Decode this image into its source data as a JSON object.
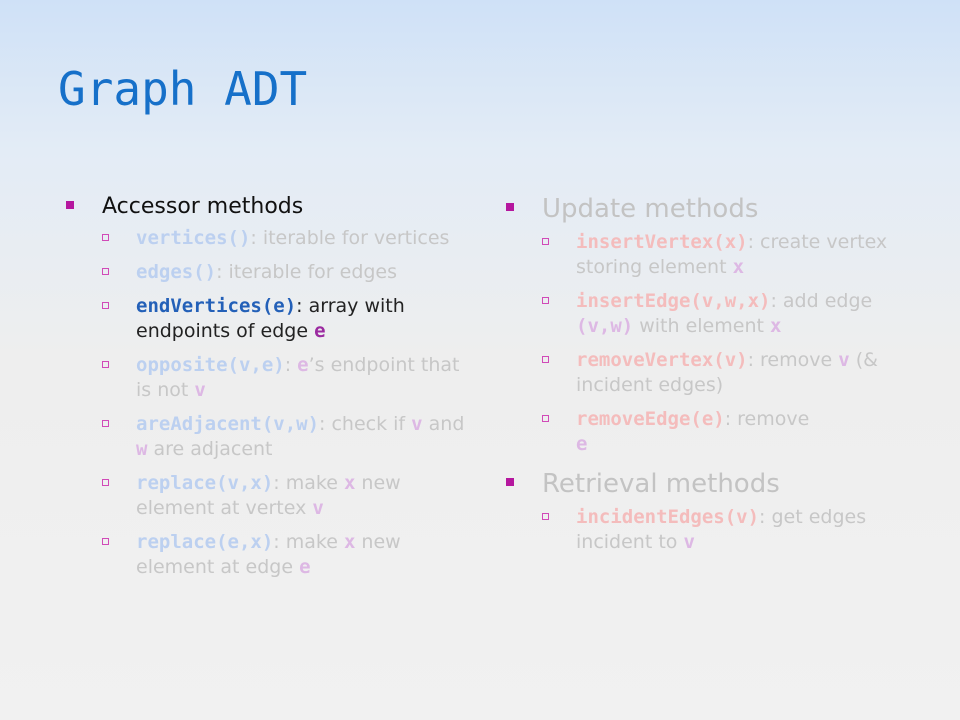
{
  "title": "Graph ADT",
  "left": {
    "heading": "Accessor methods",
    "items": [
      {
        "code": "vertices()",
        "text": ": iterable for vertices"
      },
      {
        "code": "edges()",
        "text": ": iterable for edges"
      },
      {
        "code": "endVertices(e)",
        "text": ": array with endpoints of edge ",
        "arg": "e"
      },
      {
        "code": "opposite(v,e)",
        "text1": ": ",
        "arg1": "e",
        "text2": "’s endpoint that is not ",
        "arg2": "v"
      },
      {
        "code": "areAdjacent(v,w)",
        "text1": ": check if ",
        "arg1": "v",
        "text2": " and ",
        "arg2": "w",
        "text3": " are adjacent"
      },
      {
        "code": "replace(v,x)",
        "text1": ": make ",
        "arg1": "x",
        "text2": " new element at vertex ",
        "arg2": "v"
      },
      {
        "code": "replace(e,x)",
        "text1": ": make ",
        "arg1": "x",
        "text2": " new element at edge ",
        "arg2": "e"
      }
    ]
  },
  "right": {
    "update_heading": "Update methods",
    "update_items": [
      {
        "code": "insertVertex(x)",
        "text": ": create vertex storing element ",
        "arg": "x"
      },
      {
        "code": "insertEdge(v,w,x)",
        "text1": ": add edge ",
        "arg1": "(v,w)",
        "text2": " with element ",
        "arg2": "x"
      },
      {
        "code": "removeVertex(v)",
        "text1": ": remove ",
        "arg1": "v",
        "text2": " (& incident edges)"
      },
      {
        "code": "removeEdge(e)",
        "text1": ": remove ",
        "arg1": "e"
      }
    ],
    "retrieval_heading": "Retrieval methods",
    "retrieval_items": [
      {
        "code": "incidentEdges(v)",
        "text1": ": get edges incident to ",
        "arg1": "v"
      }
    ]
  }
}
